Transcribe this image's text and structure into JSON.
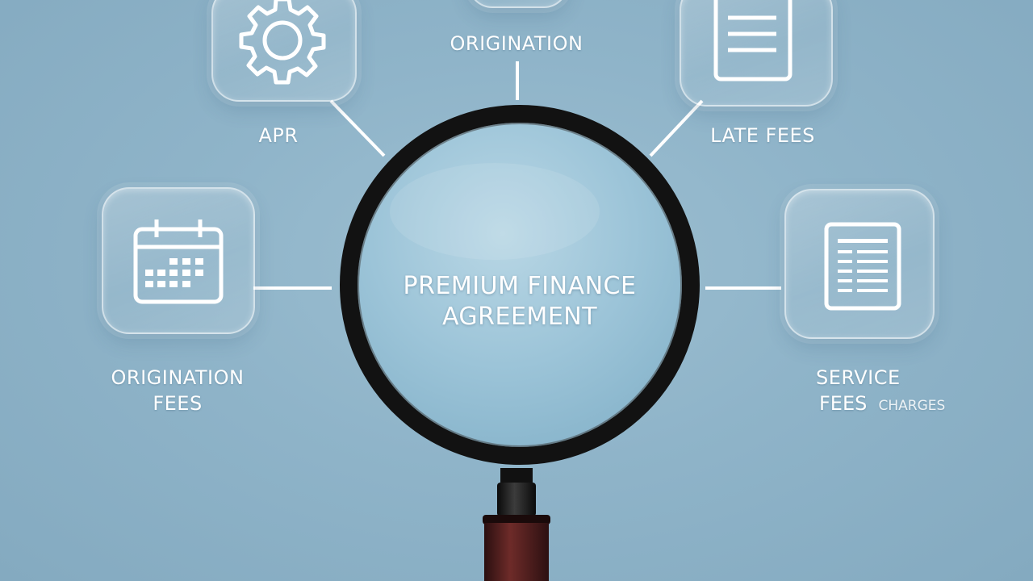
{
  "center": {
    "line1": "PREMIUM FINANCE",
    "line2": "AGREEMENT"
  },
  "nodes": {
    "top": {
      "label": "ORIGINATION",
      "icon": "badge-icon"
    },
    "top_left": {
      "label": "APR",
      "icon": "gear-icon"
    },
    "top_right": {
      "label": "LATE FEES",
      "icon": "document-icon"
    },
    "left": {
      "label_line1": "ORIGINATION",
      "label_line2": "FEES",
      "icon": "calendar-icon"
    },
    "right": {
      "label_line1": "SERVICE",
      "label_line2": "FEES",
      "label_suffix": "CHARGES",
      "icon": "invoice-icon"
    }
  },
  "colors": {
    "background": "#8fb4c9",
    "icon_stroke": "#ffffff",
    "lens_rim": "#111111",
    "handle": "#4a1e1e"
  }
}
